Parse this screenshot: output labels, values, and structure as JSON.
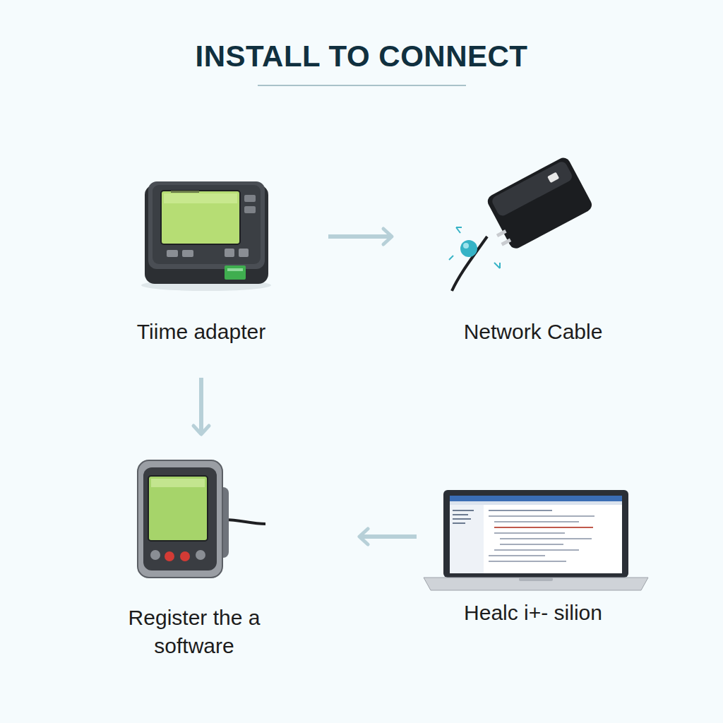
{
  "diagram": {
    "title": "INSTALL TO CONNECT",
    "nodes": [
      {
        "text": [
          "Tiime adapter"
        ]
      },
      {
        "text": [
          "Network Cable"
        ]
      },
      {
        "text": [
          "Register the a software"
        ]
      },
      {
        "text": [
          "Healc i+- silion"
        ]
      }
    ],
    "edges": [
      {
        "from": 0,
        "to": 1,
        "arrow": "to"
      },
      {
        "from": 0,
        "to": 2,
        "arrow": "to"
      },
      {
        "from": 3,
        "to": 2,
        "arrow": "to"
      }
    ]
  }
}
